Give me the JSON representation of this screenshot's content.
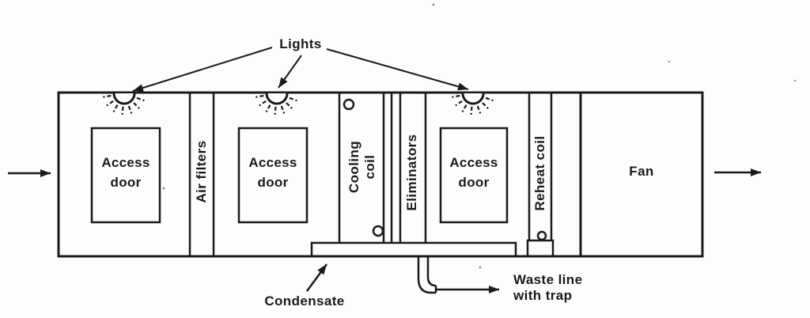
{
  "figure": {
    "type": "air-handling-unit-section-diagram",
    "labels": {
      "lights": "Lights",
      "access_door": {
        "line1": "Access",
        "line2": "door"
      },
      "air_filters": "Air filters",
      "cooling_coil": {
        "line1": "Cooling",
        "line2": "coil"
      },
      "eliminators": "Eliminators",
      "reheat_coil": "Reheat coil",
      "fan": "Fan",
      "condensate": "Condensate",
      "waste_line": {
        "line1": "Waste line",
        "line2": "with trap"
      }
    },
    "icons": {
      "light": "light-with-rays-icon",
      "flow": "solid-arrow-icon"
    },
    "colors": {
      "ink": "#1a1a1a",
      "background": "#fdfdfd"
    }
  }
}
